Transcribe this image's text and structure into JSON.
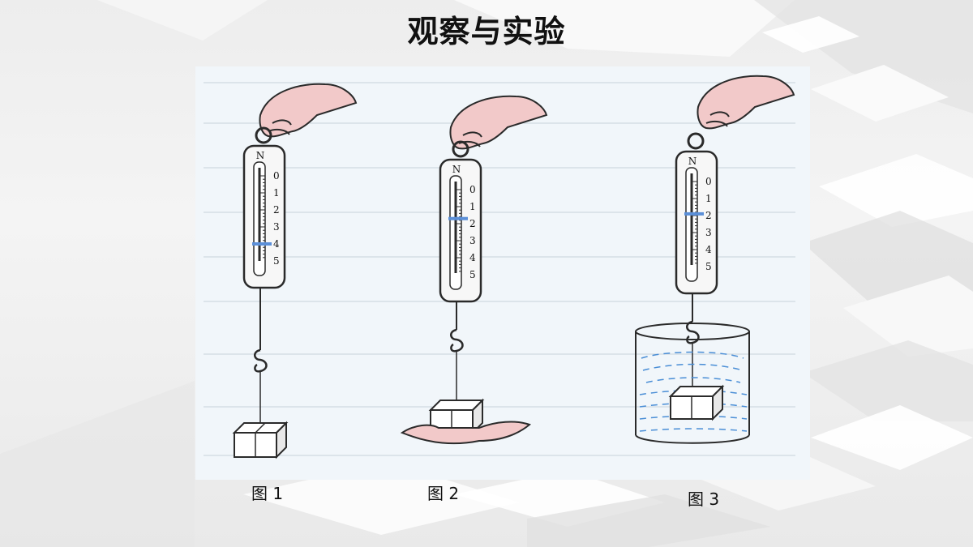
{
  "slide": {
    "title": "观察与实验"
  },
  "figures": [
    {
      "caption": "图 1",
      "scale_unit": "N",
      "ticks": [
        "0",
        "1",
        "2",
        "3",
        "4",
        "5"
      ],
      "reading_N": 4.0,
      "support": "none"
    },
    {
      "caption": "图 2",
      "scale_unit": "N",
      "ticks": [
        "0",
        "1",
        "2",
        "3",
        "4",
        "5"
      ],
      "reading_N": 1.7,
      "support": "hand"
    },
    {
      "caption": "图 3",
      "scale_unit": "N",
      "ticks": [
        "0",
        "1",
        "2",
        "3",
        "4",
        "5"
      ],
      "reading_N": 1.9,
      "support": "water"
    }
  ],
  "colors": {
    "indicator": "#5b8fd8",
    "water": "#4a8ed6",
    "hand": "#f2c9c9",
    "line": "#2a2a2a"
  }
}
